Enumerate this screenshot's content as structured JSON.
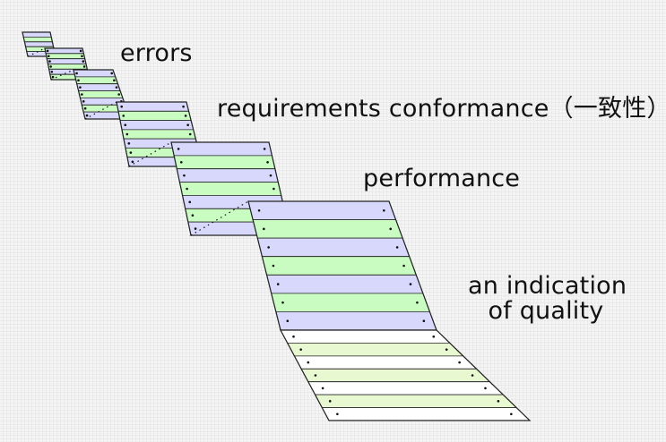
{
  "labels": {
    "errors": "errors",
    "requirements": "requirements conformance（一致性）",
    "performance": "performance",
    "indication_line1": "an indication",
    "indication_line2": "of quality"
  },
  "colors": {
    "lavender": "#d8d8fc",
    "green": "#c8fcc0",
    "white": "#ffffff",
    "pale_green": "#e8f8d0",
    "riser": "#a0a0a0",
    "outline": "#222222"
  }
}
